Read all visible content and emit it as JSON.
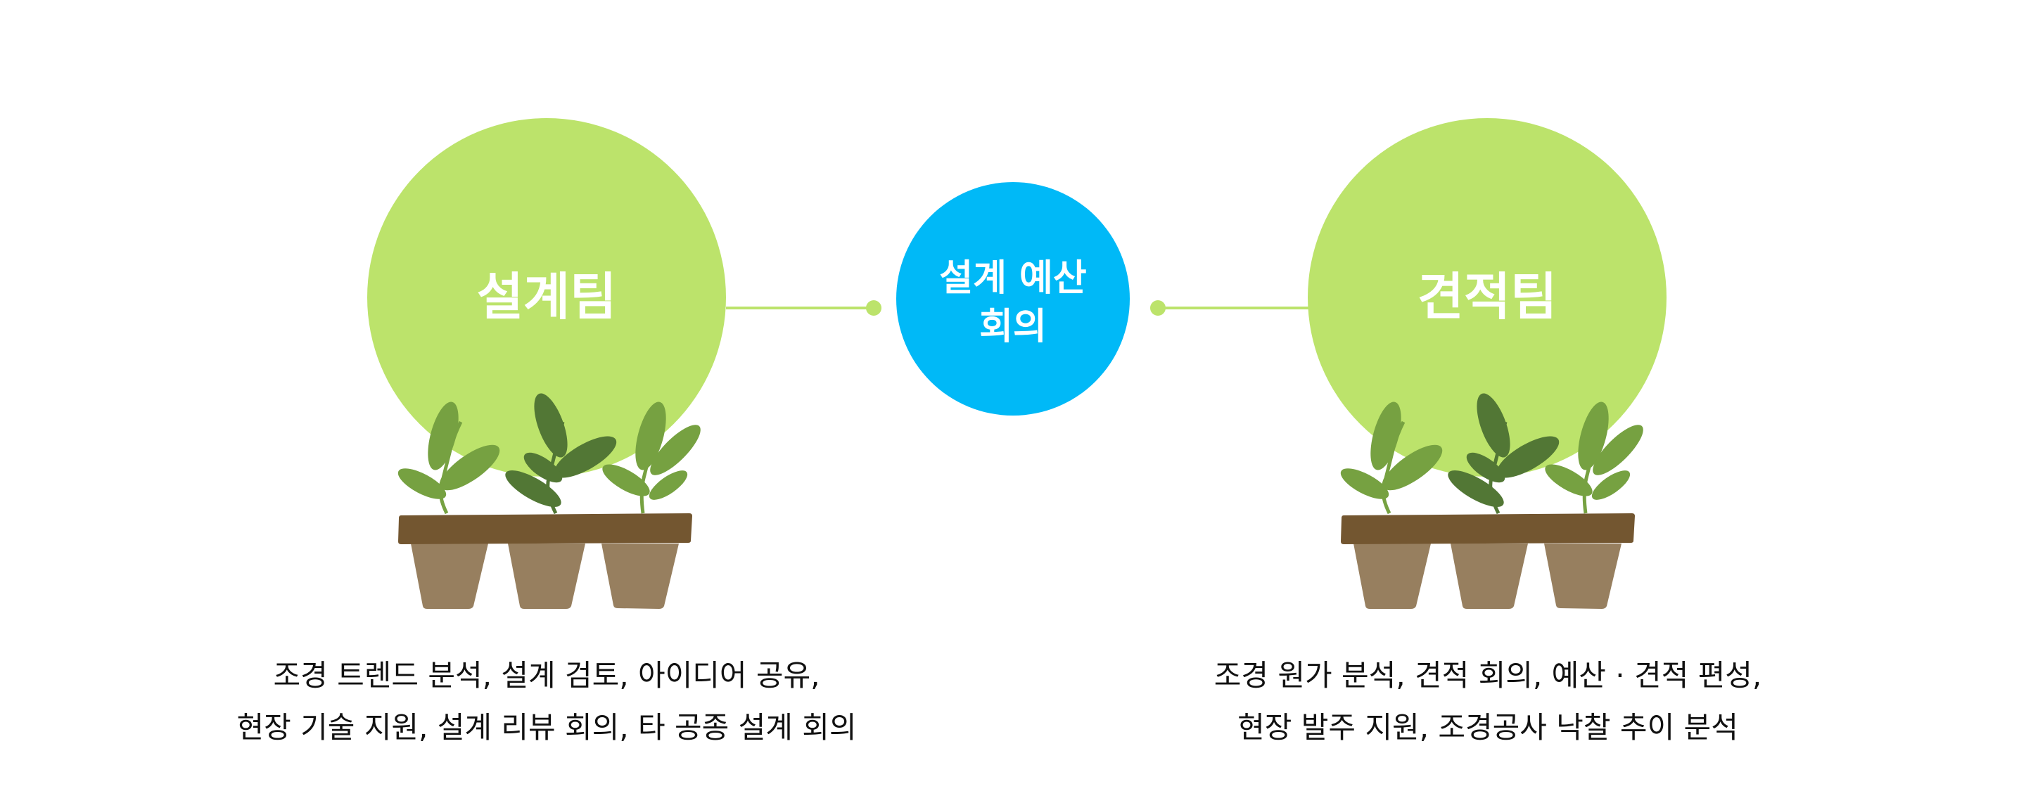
{
  "colors": {
    "team_circle": "#bce36b",
    "center_circle": "#00b9f7",
    "connector": "#bce36b",
    "tray": "#735630",
    "pot": "#977f5f",
    "leaf_light": "#76a141",
    "leaf_dark": "#527735"
  },
  "left_team": {
    "title": "설계팀",
    "description": [
      "조경 트렌드 분석, 설계 검토, 아이디어 공유,",
      "현장 기술 지원, 설계 리뷰 회의, 타 공종 설계 회의"
    ]
  },
  "center": {
    "title_lines": [
      "설계 예산",
      "회의"
    ]
  },
  "right_team": {
    "title": "견적팀",
    "description": [
      "조경 원가 분석, 견적 회의, 예산 · 견적 편성,",
      "현장 발주 지원, 조경공사 낙찰 추이 분석"
    ]
  }
}
